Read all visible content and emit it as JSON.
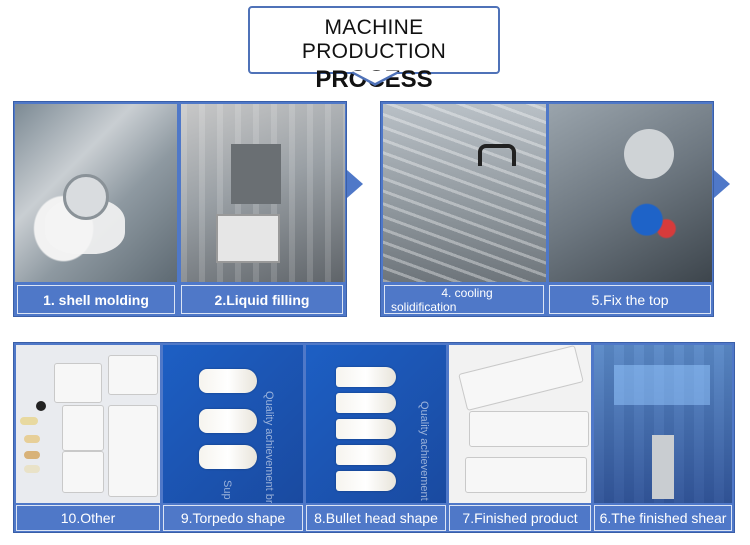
{
  "title": {
    "line1": "MACHINE PRODUCTION",
    "line2": "PROCESS"
  },
  "steps_top": [
    {
      "label": "1. shell molding"
    },
    {
      "label": "2.Liquid filling"
    },
    {
      "label_line1": "4. cooling",
      "label_line2": "solidification"
    },
    {
      "label": "5.Fix the top"
    }
  ],
  "steps_bottom": [
    {
      "label": "10.Other"
    },
    {
      "label": "9.Torpedo shape"
    },
    {
      "label": "8.Bullet head shape"
    },
    {
      "label": "7.Finished product"
    },
    {
      "label": "6.The finished shear"
    }
  ],
  "watermarks": {
    "torpedo": "Quality achievement br",
    "bullet": "Quality achievement",
    "sup": "Sup"
  },
  "colors": {
    "accent": "#4f78c8",
    "title_border": "#4f72b8"
  }
}
